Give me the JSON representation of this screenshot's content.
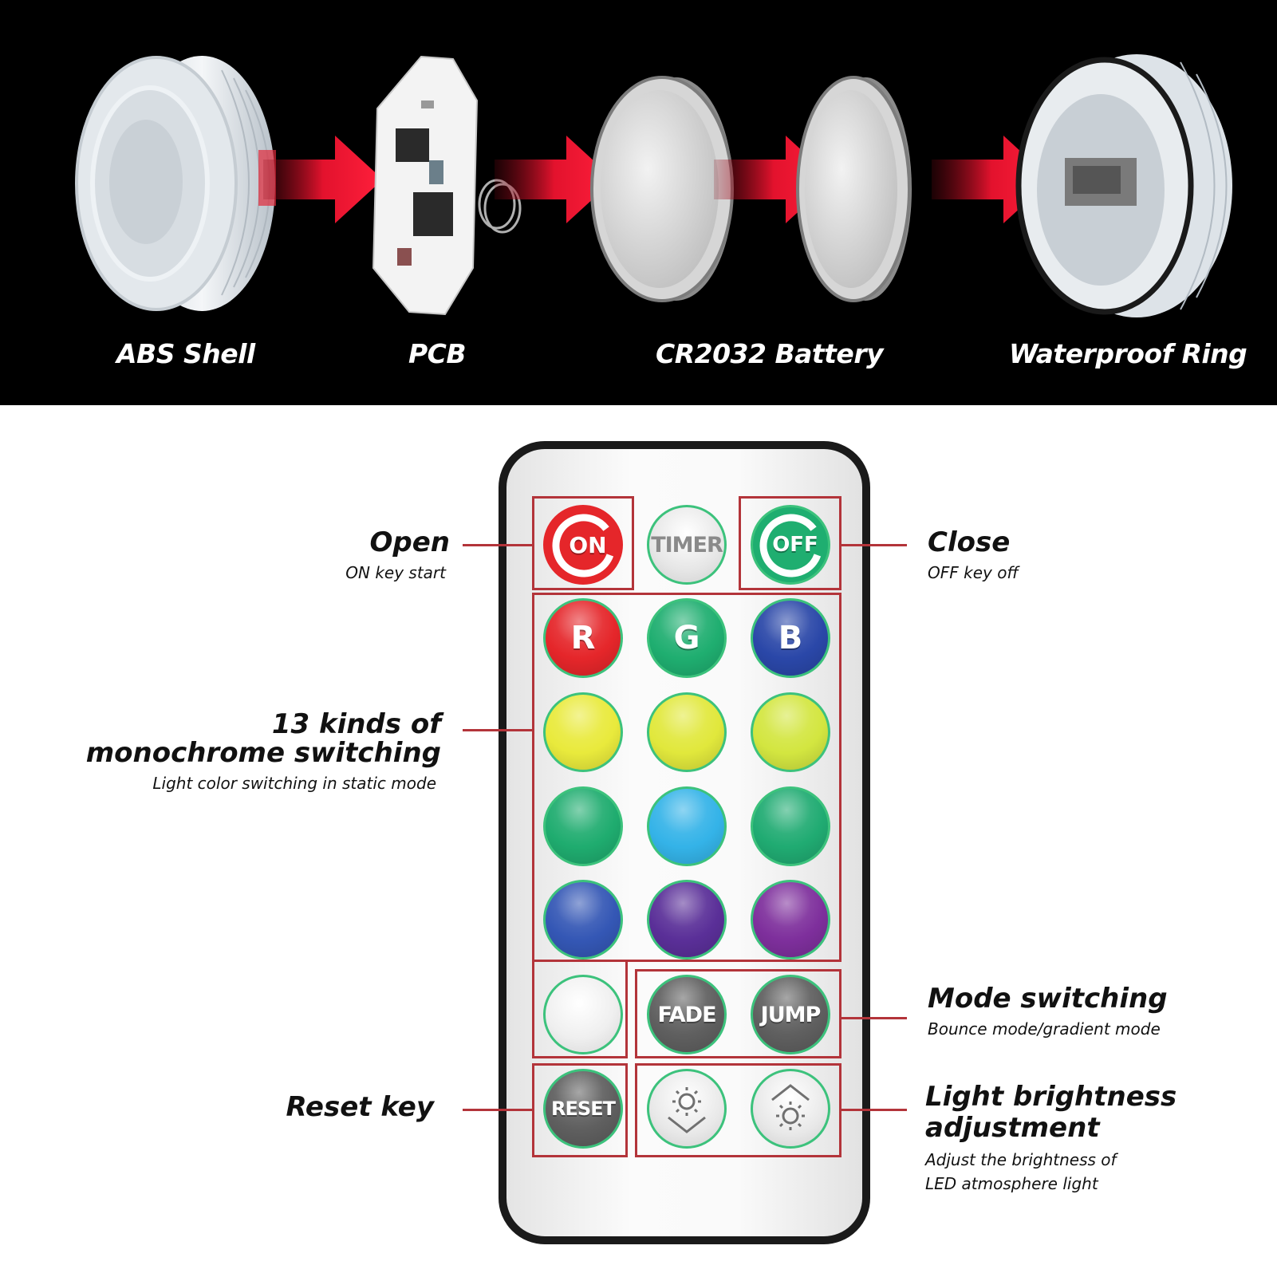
{
  "parts": {
    "abs_shell": "ABS Shell",
    "pcb": "PCB",
    "battery": "CR2032 Battery",
    "ring": "Waterproof Ring"
  },
  "remote": {
    "on": "ON",
    "timer": "TIMER",
    "off": "OFF",
    "r": "R",
    "g": "G",
    "b": "B",
    "fade": "FADE",
    "jump": "JUMP",
    "reset": "RESET",
    "colors": {
      "r": "#e5262a",
      "g": "#1fae70",
      "b": "#2a47a8",
      "y1": "#e9ea3c",
      "y2": "#e1e83c",
      "y3": "#d3e640",
      "g1": "#1fac6f",
      "c1": "#34b3e8",
      "g2": "#20ab72",
      "b1": "#3457b5",
      "p1": "#5a2f98",
      "p2": "#7e2f9c",
      "w": "#f2f2f2",
      "gray": "#5f5f5f"
    }
  },
  "annotations": {
    "open_title": "Open",
    "open_sub": "ON key start",
    "close_title": "Close",
    "close_sub": "OFF key off",
    "mono_title_1": "13 kinds of",
    "mono_title_2": "monochrome switching",
    "mono_sub": "Light color switching in static mode",
    "mode_title": "Mode switching",
    "mode_sub": "Bounce mode/gradient mode",
    "reset_title": "Reset key",
    "bright_title_1": "Light brightness",
    "bright_title_2": "adjustment",
    "bright_sub_1": "Adjust the brightness of",
    "bright_sub_2": "LED atmosphere light"
  },
  "accent": "#b3343a"
}
